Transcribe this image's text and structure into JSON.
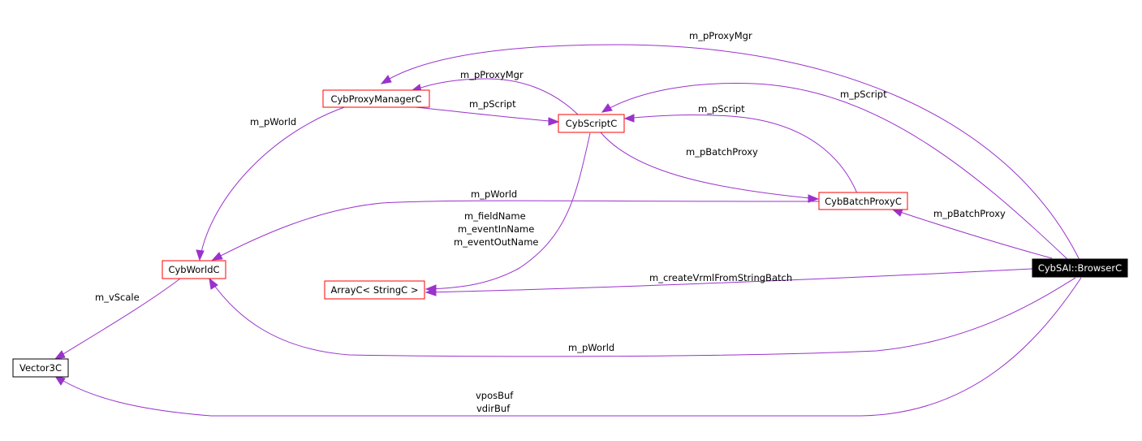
{
  "nodes": {
    "browser": "CybSAI::BrowserC",
    "proxy_manager": "CybProxyManagerC",
    "script": "CybScriptC",
    "batch_proxy": "CybBatchProxyC",
    "world": "CybWorldC",
    "array_string": "ArrayC< StringC >",
    "vector3": "Vector3C"
  },
  "edge_labels": {
    "browser_proxymgr": "m_pProxyMgr",
    "browser_script": "m_pScript",
    "script_proxymgr": "m_pProxyMgr",
    "proxymgr_script": "m_pScript",
    "batch_script": "m_pScript",
    "proxymgr_world": "m_pWorld",
    "script_batch": "m_pBatchProxy",
    "batch_world": "m_pWorld",
    "browser_batch": "m_pBatchProxy",
    "script_array_1": "m_fieldName",
    "script_array_2": "m_eventInName",
    "script_array_3": "m_eventOutName",
    "browser_array": "m_createVrmlFromStringBatch",
    "world_vector": "m_vScale",
    "browser_world": "m_pWorld",
    "browser_vector_1": "vposBuf",
    "browser_vector_2": "vdirBuf"
  },
  "colors": {
    "edge": "#9a32cd",
    "node_border_documented": "#ff0000",
    "node_border_plain": "#000000",
    "selected_node_fill": "#000000"
  }
}
